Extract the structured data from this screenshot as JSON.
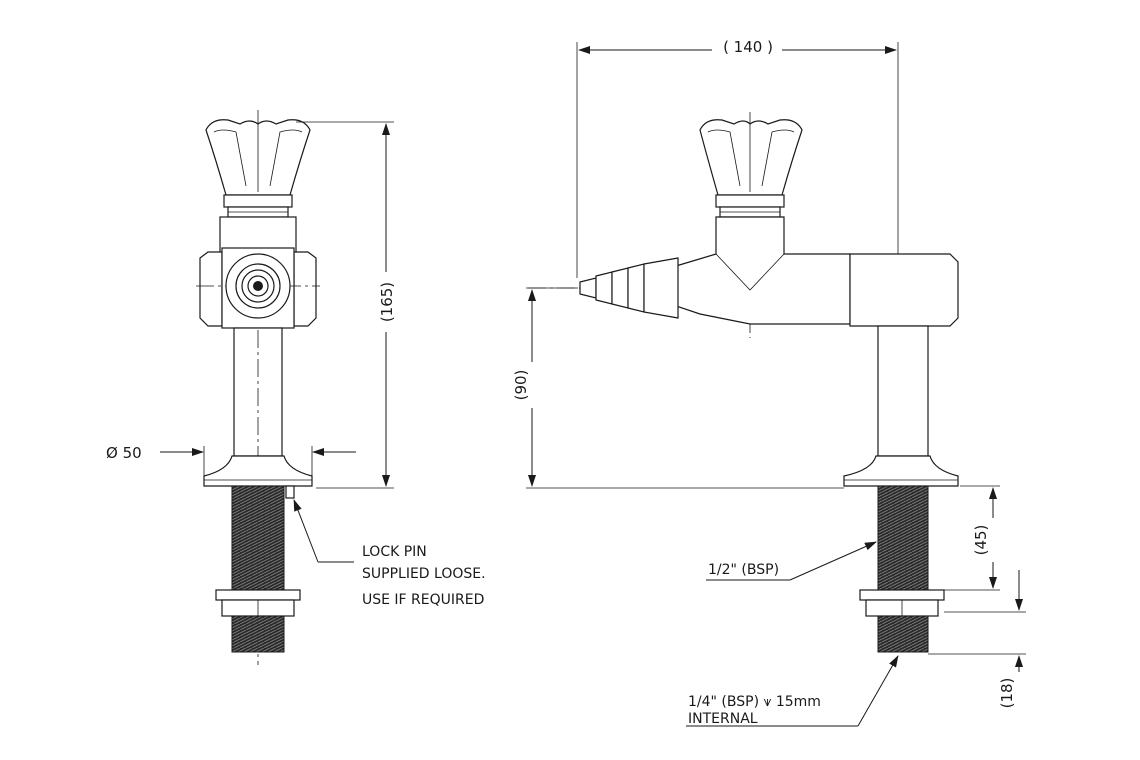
{
  "dimensions": {
    "overall_length": "( 140 )",
    "overall_height": "(165)",
    "outlet_height": "(90)",
    "thread_length": "(45)",
    "nut_gap": "(18)",
    "flange_diameter": "Ø 50"
  },
  "notes": {
    "lock_pin_line1": "LOCK PIN",
    "lock_pin_line2": "SUPPLIED LOOSE.",
    "lock_pin_line3": "USE IF REQUIRED",
    "half_inch_bsp": "1/2\" (BSP)",
    "quarter_inch_bsp": "1/4\" (BSP)  ⩛ 15mm",
    "internal": "INTERNAL"
  }
}
